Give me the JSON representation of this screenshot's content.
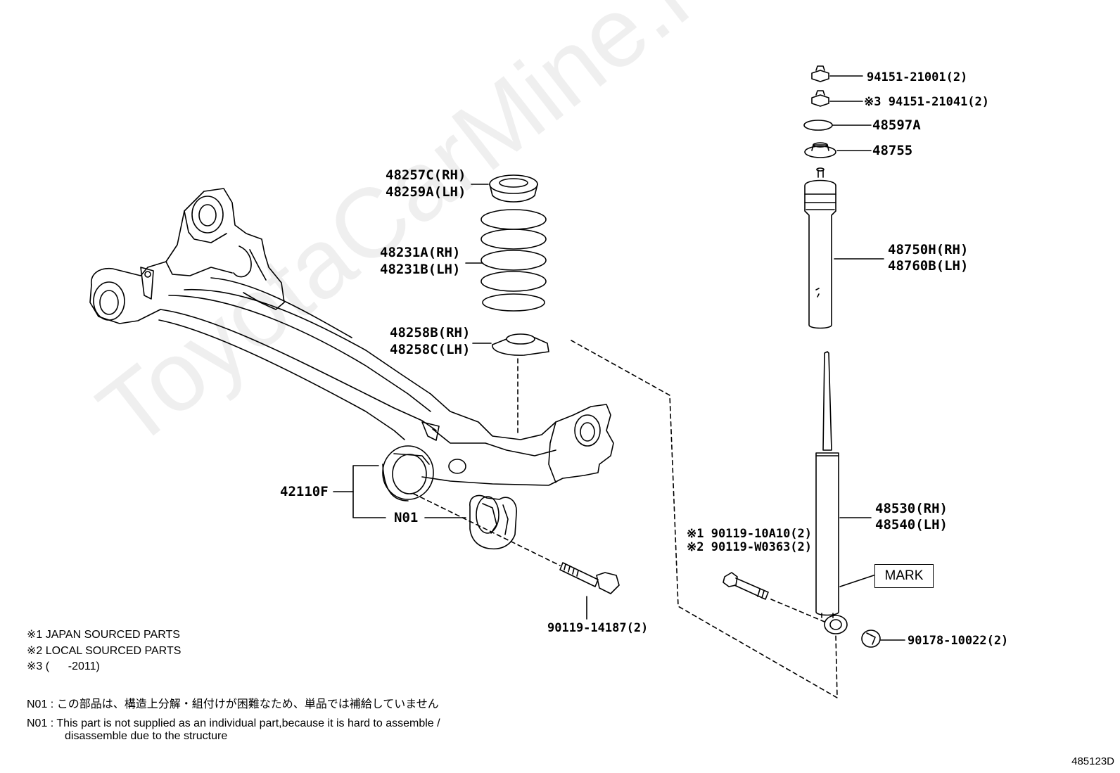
{
  "watermark": "ToyotaCarMine.ru",
  "diagram_id": "485123D",
  "labels": {
    "nut_1": "94151-21001(2)",
    "nut_2": "※3 94151-21041(2)",
    "washer": "48597A",
    "cushion": "48755",
    "shock_cover_rh": "48750H(RH)",
    "shock_cover_lh": "48760B(LH)",
    "upper_insulator_rh": "48257C(RH)",
    "upper_insulator_lh": "48259A(LH)",
    "coil_spring_rh": "48231A(RH)",
    "coil_spring_lh": "48231B(LH)",
    "lower_insulator_rh": "48258B(RH)",
    "lower_insulator_lh": "48258C(LH)",
    "axle_beam": "42110F",
    "bushing": "N01",
    "axle_bolt": "90119-14187(2)",
    "shock_bolt_1": "※1 90119-10A10(2)",
    "shock_bolt_2": "※2 90119-W0363(2)",
    "absorber_rh": "48530(RH)",
    "absorber_lh": "48540(LH)",
    "mark": "MARK",
    "shock_nut": "90178-10022(2)"
  },
  "notes": {
    "note1": "※1 JAPAN SOURCED PARTS",
    "note2": "※2 LOCAL SOURCED PARTS",
    "note3": "※3 (      -2011)",
    "n01_jp": "N01 : この部品は、構造上分解・組付けが困難なため、単品では補給していません",
    "n01_en_1": "N01 : This part is not supplied as an individual part,because it is hard to assemble /",
    "n01_en_2": "disassemble due to the structure"
  }
}
